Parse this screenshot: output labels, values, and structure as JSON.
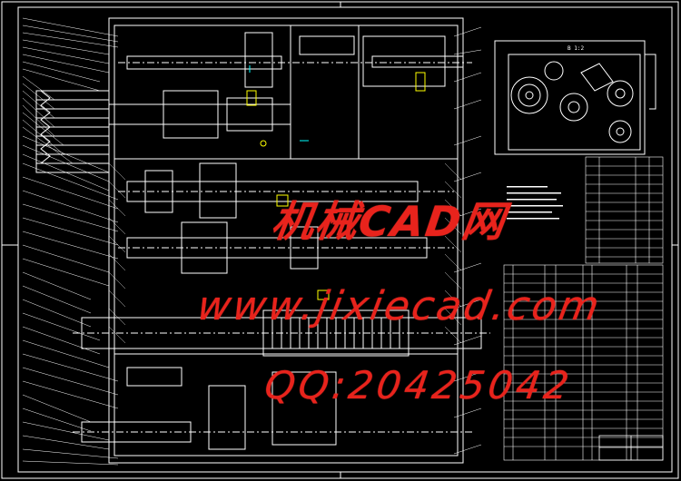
{
  "watermark": {
    "title": "机械CAD网",
    "url": "www.jixiecad.com",
    "qq": "QQ:20425042",
    "color": "#e8231c"
  },
  "drawing": {
    "inset_scale_label": "B 1:2",
    "line_color": "#ffffff",
    "accent_color": "#ffff00",
    "alt_color": "#00ffff"
  }
}
